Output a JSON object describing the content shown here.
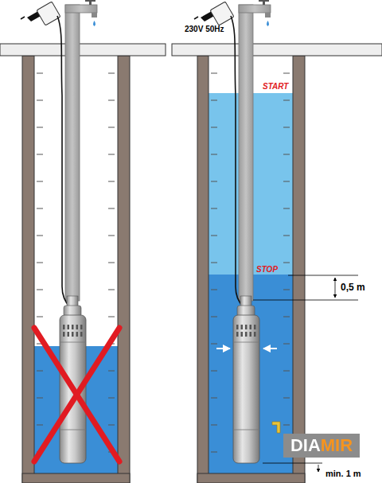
{
  "diagram": {
    "labels": [
      "230V 50Hz",
      "START",
      "STOP",
      "0,5 m",
      "DIAMIR",
      "min. 1 m"
    ]
  }
}
